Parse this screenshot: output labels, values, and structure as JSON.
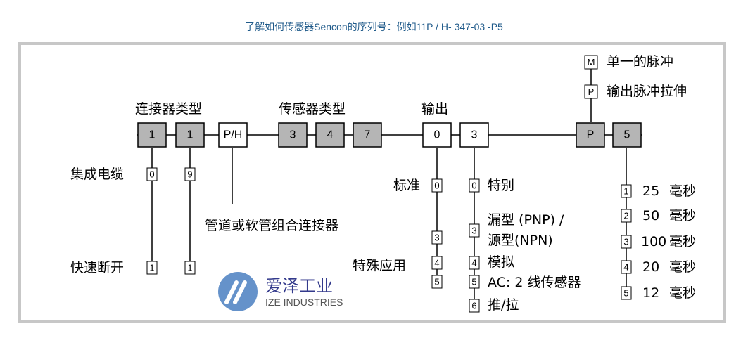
{
  "caption": "了解如何传感器Sencon的序列号：例如11P / H- 347-03 -P5",
  "headers": {
    "connector_type": "连接器类型",
    "sensor_type": "传感器类型",
    "output": "输出"
  },
  "main_boxes": [
    "1",
    "1",
    "P/H",
    "3",
    "4",
    "7",
    "0",
    "3",
    "P",
    "5"
  ],
  "connector1_options": [
    {
      "code": "0",
      "label": "集成电缆"
    },
    {
      "code": "1",
      "label": "快速断开"
    }
  ],
  "connector2_options": [
    "9",
    "1"
  ],
  "ph_label": "管道或软管组合连接器",
  "output0_options": [
    {
      "code": "0",
      "label": "标准"
    },
    {
      "code": "3",
      "label": ""
    },
    {
      "code": "4",
      "label": "特殊应用"
    },
    {
      "code": "5",
      "label": ""
    }
  ],
  "output3_options": [
    {
      "code": "0",
      "label": "特别"
    },
    {
      "code": "3",
      "label": "漏型 (PNP) /"
    },
    {
      "code": "",
      "label": "源型(NPN)"
    },
    {
      "code": "4",
      "label": "模拟"
    },
    {
      "code": "5",
      "label": "AC: 2 线传感器"
    },
    {
      "code": "6",
      "label": "推/拉"
    }
  ],
  "pulse_options": [
    {
      "code": "M",
      "label": "单一的脉冲"
    },
    {
      "code": "P",
      "label": "输出脉冲拉伸"
    }
  ],
  "pulse_time_options": [
    {
      "code": "1",
      "value": "25",
      "unit": "毫秒"
    },
    {
      "code": "2",
      "value": "50",
      "unit": "毫秒"
    },
    {
      "code": "3",
      "value": "100",
      "unit": "毫秒"
    },
    {
      "code": "4",
      "value": "20",
      "unit": "毫秒"
    },
    {
      "code": "5",
      "value": "12",
      "unit": "毫秒"
    }
  ],
  "logo": {
    "cn": "爱泽工业",
    "en": "IZE INDUSTRIES"
  },
  "colors": {
    "gray_box": "#b5b5b5",
    "white_box": "#ffffff",
    "caption": "#1f5a8a",
    "frame": "#c7c7c7",
    "logo_blue": "#4a7fc1"
  }
}
